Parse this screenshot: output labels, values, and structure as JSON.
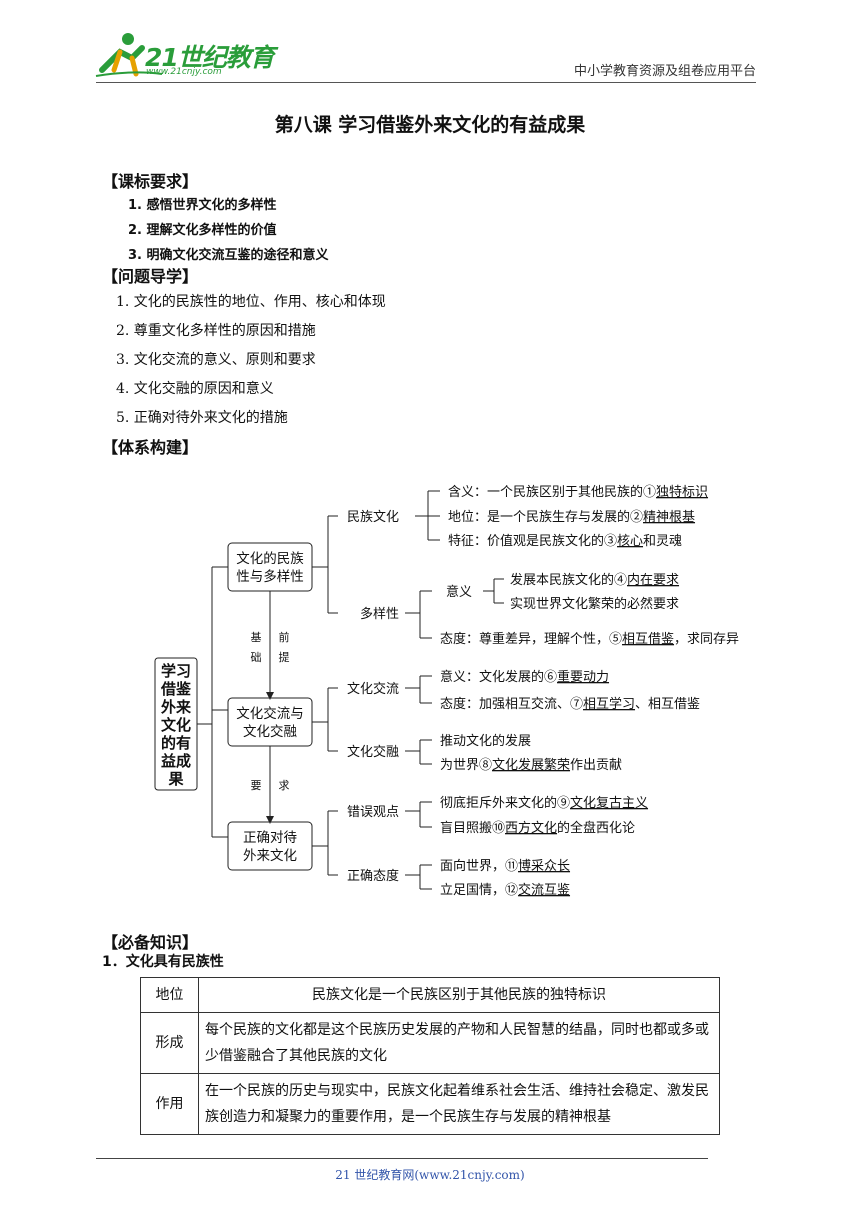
{
  "header": {
    "logo_text": "21世纪教育",
    "logo_url": "www.21cnjy.com",
    "right_text": "中小学教育资源及组卷应用平台"
  },
  "title": "第八课 学习借鉴外来文化的有益成果",
  "sections": {
    "standards": {
      "heading": "【课标要求】",
      "items": [
        "1. 感悟世界文化的多样性",
        "2. 理解文化多样性的价值",
        "3. 明确文化交流互鉴的途径和意义"
      ]
    },
    "questions": {
      "heading": "【问题导学】",
      "items": [
        "1. 文化的民族性的地位、作用、核心和体现",
        "2. 尊重文化多样性的原因和措施",
        "3. 文化交流的意义、原则和要求",
        "4. 文化交融的原因和意义",
        "5. 正确对待外来文化的措施"
      ]
    },
    "system": {
      "heading": "【体系构建】"
    },
    "knowledge": {
      "heading": "【必备知识】",
      "sub": "1．文化具有民族性"
    }
  },
  "diagram": {
    "root": [
      "学习",
      "借鉴",
      "外来",
      "文化",
      "的有",
      "益成",
      "果"
    ],
    "box1": [
      "文化的民族",
      "性与多样性"
    ],
    "box2": [
      "文化交流与",
      "文化交融"
    ],
    "box3": [
      "正确对待",
      "外来文化"
    ],
    "link1": [
      "基",
      "础",
      "前",
      "提"
    ],
    "link2": [
      "要",
      "求"
    ],
    "branch_minzu": "民族文化",
    "minzu_items": [
      {
        "pre": "含义：一个民族区别于其他民族的①",
        "key": "独特标识",
        "post": ""
      },
      {
        "pre": "地位：是一个民族生存与发展的②",
        "key": "精神根基",
        "post": ""
      },
      {
        "pre": "特征：价值观是民族文化的③",
        "key": "核心",
        "post": "和灵魂"
      }
    ],
    "branch_duoyang": "多样性",
    "yiyi_label": "意义",
    "yiyi_items": [
      {
        "pre": "发展本民族文化的④",
        "key": "内在要求",
        "post": ""
      },
      {
        "pre": "实现世界文化繁荣的必然要求",
        "key": "",
        "post": ""
      }
    ],
    "taidu1": {
      "pre": "态度：尊重差异，理解个性，⑤",
      "key": "相互借鉴",
      "post": "，求同存异"
    },
    "branch_jiaoliu": "文化交流",
    "jiaoliu_items": [
      {
        "pre": "意义：文化发展的⑥",
        "key": "重要动力",
        "post": ""
      },
      {
        "pre": "态度：加强相互交流、⑦",
        "key": "相互学习",
        "post": "、相互借鉴"
      }
    ],
    "branch_jiaorong": "文化交融",
    "jiaorong_items": [
      {
        "pre": "推动文化的发展",
        "key": "",
        "post": ""
      },
      {
        "pre": "为世界⑧",
        "key": "文化发展繁荣",
        "post": "作出贡献"
      }
    ],
    "branch_cuowu": "错误观点",
    "cuowu_items": [
      {
        "pre": "彻底拒斥外来文化的⑨",
        "key": "文化复古主义",
        "post": ""
      },
      {
        "pre": "盲目照搬⑩",
        "key": "西方文化",
        "post": "的全盘西化论"
      }
    ],
    "branch_zhengque": "正确态度",
    "zhengque_items": [
      {
        "pre": "面向世界，⑪",
        "key": "博采众长",
        "post": ""
      },
      {
        "pre": "立足国情，⑫",
        "key": "交流互鉴",
        "post": ""
      }
    ]
  },
  "table": [
    {
      "key": "地位",
      "value": "民族文化是一个民族区别于其他民族的独特标识"
    },
    {
      "key": "形成",
      "value": "每个民族的文化都是这个民族历史发展的产物和人民智慧的结晶，同时也都或多或少借鉴融合了其他民族的文化"
    },
    {
      "key": "作用",
      "value": "在一个民族的历史与现实中，民族文化起着维系社会生活、维持社会稳定、激发民族创造力和凝聚力的重要作用，是一个民族生存与发展的精神根基"
    }
  ],
  "footer": "21 世纪教育网(www.21cnjy.com)",
  "colors": {
    "logo_green": "#2a9d3a",
    "footer_blue": "#3355aa"
  }
}
